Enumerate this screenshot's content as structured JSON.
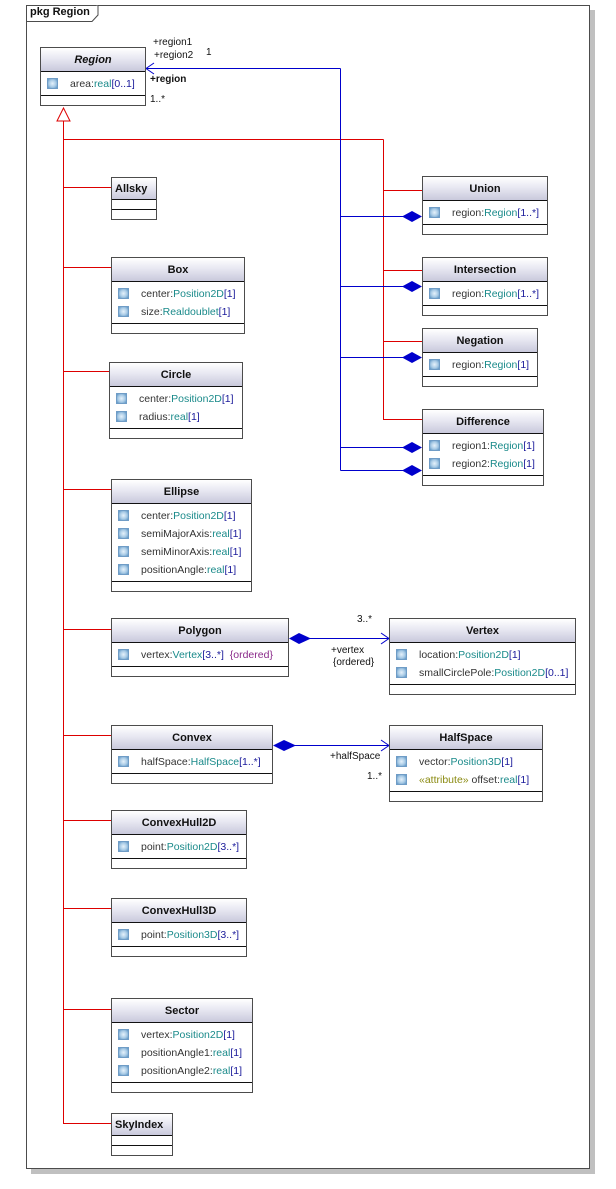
{
  "package": {
    "label": "pkg Region"
  },
  "colors": {
    "generalization": "#dd0000",
    "association": "#0000cc",
    "frame": "#4c4c4c"
  },
  "classes": {
    "region": {
      "name": "Region",
      "abstract": true,
      "attributes": [
        {
          "name": "area",
          "type": "real",
          "mult": "[0..1]"
        }
      ]
    },
    "allsky": {
      "name": "Allsky",
      "attributes": []
    },
    "box": {
      "name": "Box",
      "attributes": [
        {
          "name": "center",
          "type": "Position2D",
          "mult": "[1]"
        },
        {
          "name": "size",
          "type": "Realdoublet",
          "mult": "[1]"
        }
      ]
    },
    "circle": {
      "name": "Circle",
      "attributes": [
        {
          "name": "center",
          "type": "Position2D",
          "mult": "[1]"
        },
        {
          "name": "radius",
          "type": "real",
          "mult": "[1]"
        }
      ]
    },
    "ellipse": {
      "name": "Ellipse",
      "attributes": [
        {
          "name": "center",
          "type": "Position2D",
          "mult": "[1]"
        },
        {
          "name": "semiMajorAxis",
          "type": "real",
          "mult": "[1]"
        },
        {
          "name": "semiMinorAxis",
          "type": "real",
          "mult": "[1]"
        },
        {
          "name": "positionAngle",
          "type": "real",
          "mult": "[1]"
        }
      ]
    },
    "polygon": {
      "name": "Polygon",
      "attributes": [
        {
          "name": "vertex",
          "type": "Vertex",
          "mult": "[3..*]",
          "constraint": "{ordered}"
        }
      ]
    },
    "convex": {
      "name": "Convex",
      "attributes": [
        {
          "name": "halfSpace",
          "type": "HalfSpace",
          "mult": "[1..*]"
        }
      ]
    },
    "convexhull2d": {
      "name": "ConvexHull2D",
      "attributes": [
        {
          "name": "point",
          "type": "Position2D",
          "mult": "[3..*]"
        }
      ]
    },
    "convexhull3d": {
      "name": "ConvexHull3D",
      "attributes": [
        {
          "name": "point",
          "type": "Position3D",
          "mult": "[3..*]"
        }
      ]
    },
    "sector": {
      "name": "Sector",
      "attributes": [
        {
          "name": "vertex",
          "type": "Position2D",
          "mult": "[1]"
        },
        {
          "name": "positionAngle1",
          "type": "real",
          "mult": "[1]"
        },
        {
          "name": "positionAngle2",
          "type": "real",
          "mult": "[1]"
        }
      ]
    },
    "skyindex": {
      "name": "SkyIndex",
      "attributes": []
    },
    "union": {
      "name": "Union",
      "attributes": [
        {
          "name": "region",
          "type": "Region",
          "mult": "[1..*]"
        }
      ]
    },
    "intersection": {
      "name": "Intersection",
      "attributes": [
        {
          "name": "region",
          "type": "Region",
          "mult": "[1..*]"
        }
      ]
    },
    "negation": {
      "name": "Negation",
      "attributes": [
        {
          "name": "region",
          "type": "Region",
          "mult": "[1]"
        }
      ]
    },
    "difference": {
      "name": "Difference",
      "attributes": [
        {
          "name": "region1",
          "type": "Region",
          "mult": "[1]"
        },
        {
          "name": "region2",
          "type": "Region",
          "mult": "[1]"
        }
      ]
    },
    "vertex": {
      "name": "Vertex",
      "attributes": [
        {
          "name": "location",
          "type": "Position2D",
          "mult": "[1]"
        },
        {
          "name": "smallCirclePole",
          "type": "Position2D",
          "mult": "[0..1]"
        }
      ]
    },
    "halfspace": {
      "name": "HalfSpace",
      "attributes": [
        {
          "name": "vector",
          "type": "Position3D",
          "mult": "[1]"
        },
        {
          "name": "offset",
          "type": "real",
          "mult": "[1]",
          "stereotype": "«attribute»"
        }
      ]
    }
  },
  "association_labels": {
    "region_roles_1": "+region1",
    "region_roles_2": "+region2",
    "region_roles_mult": "1",
    "region_role": "+region",
    "region_mult": "1..*",
    "vertex_mult": "3..*",
    "vertex_role": "+vertex",
    "vertex_constraint": "{ordered}",
    "halfspace_role": "+halfSpace",
    "halfspace_mult": "1..*"
  }
}
